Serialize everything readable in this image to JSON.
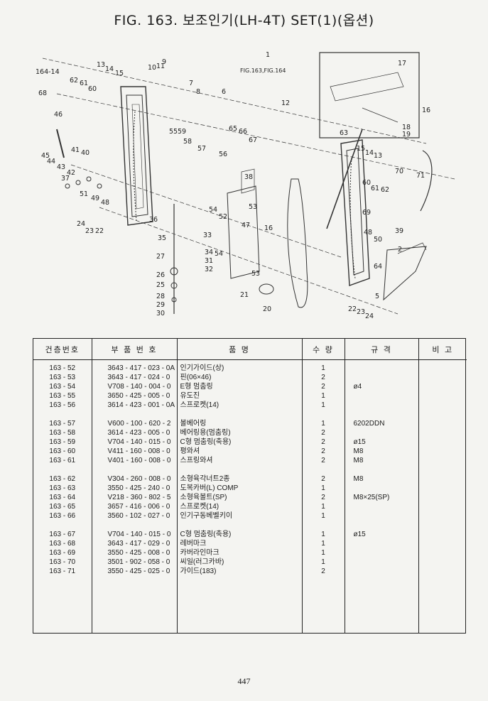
{
  "title": "FIG. 163. 보조인기(LH-4T) SET(1)(옵션)",
  "diagram": {
    "ref_label": "FIG.163,FIG.164",
    "callouts_left": [
      "164-14",
      "68",
      "13",
      "14",
      "15",
      "62",
      "61",
      "60",
      "10",
      "11",
      "9",
      "7",
      "8",
      "6",
      "46",
      "41",
      "40",
      "45",
      "44",
      "43",
      "42",
      "37",
      "51",
      "49",
      "48",
      "24",
      "23",
      "22",
      "36",
      "35",
      "27",
      "26",
      "25",
      "28",
      "29",
      "30",
      "55",
      "59",
      "58",
      "57",
      "56"
    ],
    "callouts_mid": [
      "1",
      "12",
      "65",
      "66",
      "67",
      "38",
      "54",
      "52",
      "47",
      "53",
      "33",
      "34",
      "31",
      "32",
      "54",
      "53",
      "21",
      "20",
      "16"
    ],
    "callouts_right": [
      "17",
      "16",
      "18",
      "19",
      "63",
      "15",
      "14",
      "13",
      "70",
      "71",
      "60",
      "61",
      "62",
      "69",
      "39",
      "48",
      "50",
      "2",
      "64",
      "5",
      "22",
      "23",
      "24"
    ]
  },
  "table": {
    "headers": [
      "건층번호",
      "부 품 번 호",
      "품 명",
      "수 량",
      "규 격",
      "비 고"
    ],
    "groups": [
      [
        {
          "code": "163 - 52",
          "part": "3643 - 417 - 023 - 0A",
          "name": "인기가이드(상)",
          "qty": "1",
          "spec": ""
        },
        {
          "code": "163 - 53",
          "part": "3643 - 417 - 024 - 0",
          "name": "핀(06×46)",
          "qty": "2",
          "spec": ""
        },
        {
          "code": "163 - 54",
          "part": "V708 - 140 - 004 - 0",
          "name": "E형 멈춤링",
          "qty": "2",
          "spec": "ø4"
        },
        {
          "code": "163 - 55",
          "part": "3650 - 425 - 005 - 0",
          "name": "유도진",
          "qty": "1",
          "spec": ""
        },
        {
          "code": "163 - 56",
          "part": "3614 - 423 - 001 - 0A",
          "name": "스프로켓(14)",
          "qty": "1",
          "spec": ""
        }
      ],
      [
        {
          "code": "163 - 57",
          "part": "V600 - 100 - 620 - 2",
          "name": "볼베어링",
          "qty": "1",
          "spec": "6202DDN"
        },
        {
          "code": "163 - 58",
          "part": "3614 - 423 - 005 - 0",
          "name": "베어링용(멈춤링)",
          "qty": "2",
          "spec": ""
        },
        {
          "code": "163 - 59",
          "part": "V704 - 140 - 015 - 0",
          "name": "C형 멈춤링(축용)",
          "qty": "2",
          "spec": "ø15"
        },
        {
          "code": "163 - 60",
          "part": "V411 - 160 - 008 - 0",
          "name": "평와셔",
          "qty": "2",
          "spec": "M8"
        },
        {
          "code": "163 - 61",
          "part": "V401 - 160 - 008 - 0",
          "name": "스프링와셔",
          "qty": "2",
          "spec": "M8"
        }
      ],
      [
        {
          "code": "163 - 62",
          "part": "V304 - 260 - 008 - 0",
          "name": "소형육각너트2종",
          "qty": "2",
          "spec": "M8"
        },
        {
          "code": "163 - 63",
          "part": "3550 - 425 - 240 - 0",
          "name": "도복카버(L) COMP",
          "qty": "1",
          "spec": ""
        },
        {
          "code": "163 - 64",
          "part": "V218 - 360 - 802 - 5",
          "name": "소형육볼트(SP)",
          "qty": "2",
          "spec": "M8×25(SP)"
        },
        {
          "code": "163 - 65",
          "part": "3657 - 416 - 006 - 0",
          "name": "스프로켓(14)",
          "qty": "1",
          "spec": ""
        },
        {
          "code": "163 - 66",
          "part": "3560 - 102 - 027 - 0",
          "name": "인기구동베벨키이",
          "qty": "1",
          "spec": ""
        }
      ],
      [
        {
          "code": "163 - 67",
          "part": "V704 - 140 - 015 - 0",
          "name": "C형 멈춤링(축용)",
          "qty": "1",
          "spec": "ø15"
        },
        {
          "code": "163 - 68",
          "part": "3643 - 417 - 029 - 0",
          "name": "레버마크",
          "qty": "1",
          "spec": ""
        },
        {
          "code": "163 - 69",
          "part": "3550 - 425 - 008 - 0",
          "name": "카버라인마크",
          "qty": "1",
          "spec": ""
        },
        {
          "code": "163 - 70",
          "part": "3501 - 902 - 058 - 0",
          "name": "씨일(러그카바)",
          "qty": "1",
          "spec": ""
        },
        {
          "code": "163 - 71",
          "part": "3550 - 425 - 025 - 0",
          "name": "가이드(183)",
          "qty": "2",
          "spec": ""
        }
      ]
    ]
  },
  "page_number": "447"
}
